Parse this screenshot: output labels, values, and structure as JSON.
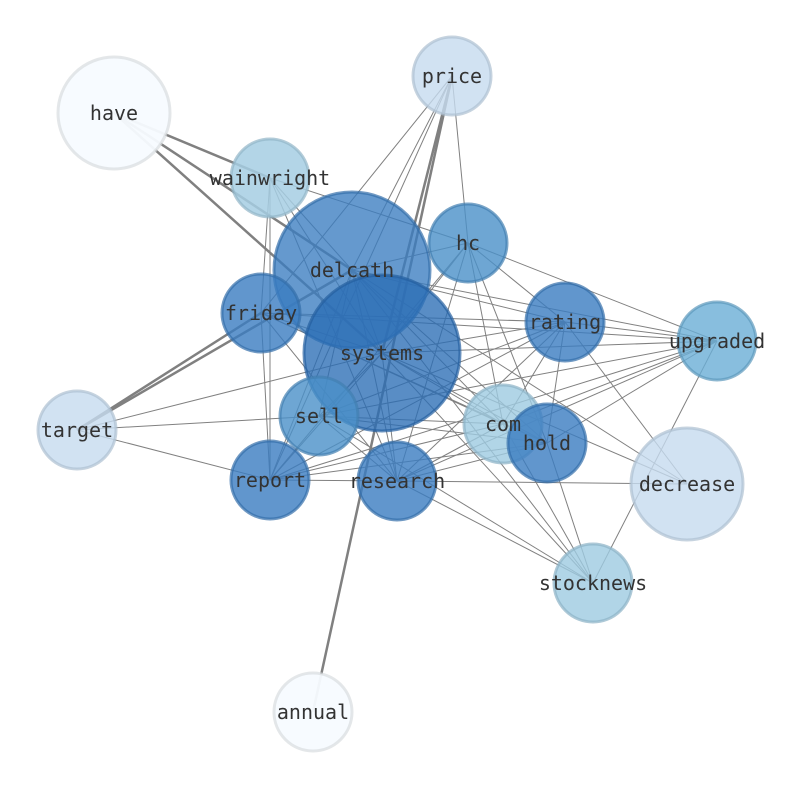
{
  "graph": {
    "nodes": [
      {
        "id": "have",
        "label": "have",
        "size": 2,
        "color": "#f7fbff"
      },
      {
        "id": "price",
        "label": "price",
        "size": 2,
        "color": "#c6dbef"
      },
      {
        "id": "wainwright",
        "label": "wainwright",
        "size": 2,
        "color": "#a6cee3"
      },
      {
        "id": "hc",
        "label": "hc",
        "size": 3,
        "color": "#4a90c8"
      },
      {
        "id": "delcath",
        "label": "delcath",
        "size": 5,
        "color": "#3a7cc0"
      },
      {
        "id": "friday",
        "label": "friday",
        "size": 3,
        "color": "#3a7cc0"
      },
      {
        "id": "systems",
        "label": "systems",
        "size": 5,
        "color": "#2a6db5"
      },
      {
        "id": "rating",
        "label": "rating",
        "size": 3,
        "color": "#3a7cc0"
      },
      {
        "id": "upgraded",
        "label": "upgraded",
        "size": 3,
        "color": "#6aaed6"
      },
      {
        "id": "target",
        "label": "target",
        "size": 2,
        "color": "#c6dbef"
      },
      {
        "id": "sell",
        "label": "sell",
        "size": 3,
        "color": "#4a90c8"
      },
      {
        "id": "com",
        "label": "com",
        "size": 3,
        "color": "#9ecae1"
      },
      {
        "id": "hold",
        "label": "hold",
        "size": 3,
        "color": "#3a7cc0"
      },
      {
        "id": "report",
        "label": "report",
        "size": 3,
        "color": "#3a7cc0"
      },
      {
        "id": "research",
        "label": "research",
        "size": 3,
        "color": "#3a7cc0"
      },
      {
        "id": "decrease",
        "label": "decrease",
        "size": 3,
        "color": "#c6dbef"
      },
      {
        "id": "stocknews",
        "label": "stocknews",
        "size": 2,
        "color": "#9ecae1"
      },
      {
        "id": "annual",
        "label": "annual",
        "size": 2,
        "color": "#f7fbff"
      }
    ],
    "edges": [
      [
        "have",
        "delcath",
        2
      ],
      [
        "have",
        "systems",
        2
      ],
      [
        "have",
        "wainwright",
        2
      ],
      [
        "price",
        "delcath",
        1
      ],
      [
        "price",
        "systems",
        2
      ],
      [
        "price",
        "hc",
        1
      ],
      [
        "price",
        "annual",
        2
      ],
      [
        "price",
        "report",
        1
      ],
      [
        "price",
        "friday",
        1
      ],
      [
        "wainwright",
        "hc",
        1
      ],
      [
        "wainwright",
        "delcath",
        1
      ],
      [
        "wainwright",
        "report",
        1
      ],
      [
        "wainwright",
        "research",
        1
      ],
      [
        "wainwright",
        "friday",
        1
      ],
      [
        "wainwright",
        "systems",
        1
      ],
      [
        "hc",
        "delcath",
        1
      ],
      [
        "hc",
        "rating",
        1
      ],
      [
        "hc",
        "upgraded",
        1
      ],
      [
        "hc",
        "com",
        1
      ],
      [
        "hc",
        "hold",
        1
      ],
      [
        "hc",
        "report",
        1
      ],
      [
        "hc",
        "research",
        1
      ],
      [
        "hc",
        "systems",
        1
      ],
      [
        "delcath",
        "systems",
        1
      ],
      [
        "delcath",
        "rating",
        1
      ],
      [
        "delcath",
        "com",
        1
      ],
      [
        "delcath",
        "hold",
        1
      ],
      [
        "delcath",
        "decrease",
        1
      ],
      [
        "delcath",
        "stocknews",
        1
      ],
      [
        "delcath",
        "research",
        1
      ],
      [
        "delcath",
        "report",
        1
      ],
      [
        "delcath",
        "target",
        2
      ],
      [
        "delcath",
        "sell",
        1
      ],
      [
        "delcath",
        "upgraded",
        1
      ],
      [
        "friday",
        "rating",
        1
      ],
      [
        "friday",
        "upgraded",
        1
      ],
      [
        "friday",
        "com",
        1
      ],
      [
        "friday",
        "report",
        1
      ],
      [
        "friday",
        "research",
        1
      ],
      [
        "friday",
        "target",
        2
      ],
      [
        "friday",
        "systems",
        1
      ],
      [
        "friday",
        "hold",
        1
      ],
      [
        "systems",
        "rating",
        1
      ],
      [
        "systems",
        "upgraded",
        1
      ],
      [
        "systems",
        "com",
        1
      ],
      [
        "systems",
        "hold",
        1
      ],
      [
        "systems",
        "research",
        1
      ],
      [
        "systems",
        "report",
        1
      ],
      [
        "systems",
        "sell",
        1
      ],
      [
        "systems",
        "target",
        1
      ],
      [
        "systems",
        "stocknews",
        1
      ],
      [
        "systems",
        "decrease",
        1
      ],
      [
        "rating",
        "upgraded",
        1
      ],
      [
        "rating",
        "com",
        1
      ],
      [
        "rating",
        "hold",
        1
      ],
      [
        "rating",
        "report",
        1
      ],
      [
        "rating",
        "research",
        1
      ],
      [
        "rating",
        "sell",
        1
      ],
      [
        "rating",
        "decrease",
        1
      ],
      [
        "upgraded",
        "hold",
        1
      ],
      [
        "upgraded",
        "com",
        1
      ],
      [
        "upgraded",
        "report",
        1
      ],
      [
        "upgraded",
        "research",
        1
      ],
      [
        "upgraded",
        "stocknews",
        1
      ],
      [
        "upgraded",
        "sell",
        1
      ],
      [
        "target",
        "report",
        1
      ],
      [
        "target",
        "sell",
        1
      ],
      [
        "sell",
        "com",
        1
      ],
      [
        "sell",
        "hold",
        1
      ],
      [
        "sell",
        "research",
        1
      ],
      [
        "sell",
        "stocknews",
        1
      ],
      [
        "com",
        "hold",
        1
      ],
      [
        "com",
        "report",
        1
      ],
      [
        "com",
        "research",
        1
      ],
      [
        "com",
        "stocknews",
        1
      ],
      [
        "hold",
        "report",
        1
      ],
      [
        "hold",
        "research",
        1
      ],
      [
        "hold",
        "stocknews",
        1
      ],
      [
        "report",
        "research",
        1
      ],
      [
        "research",
        "decrease",
        1
      ],
      [
        "research",
        "stocknews",
        1
      ]
    ]
  }
}
